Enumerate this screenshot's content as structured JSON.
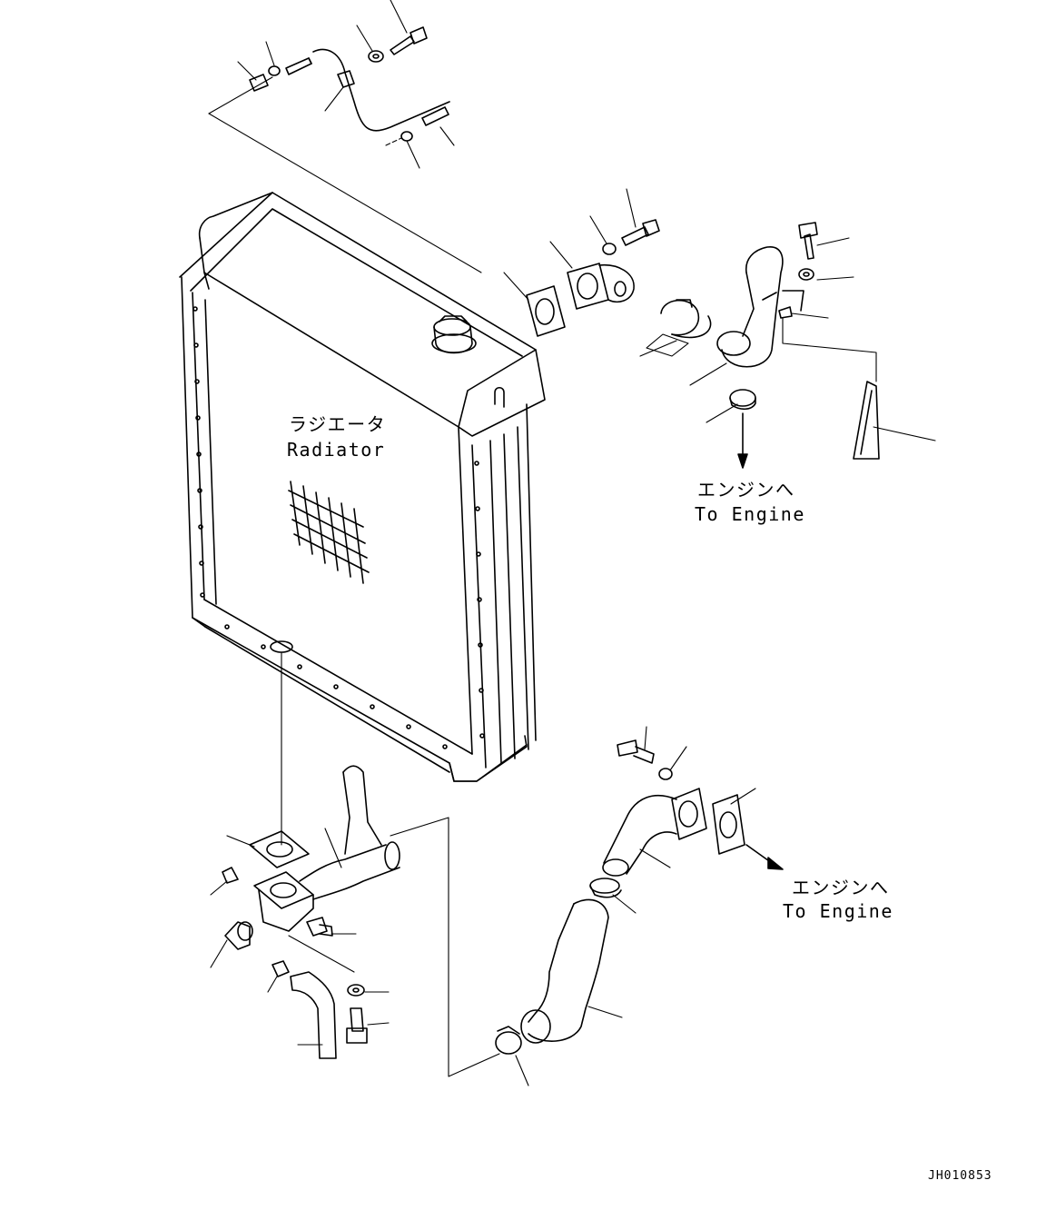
{
  "labels": {
    "radiator_jp": "ラジエータ",
    "radiator_en": "Radiator",
    "to_engine_jp_1": "エンジンへ",
    "to_engine_en_1": "To Engine",
    "to_engine_jp_2": "エンジンへ",
    "to_engine_en_2": "To Engine"
  },
  "drawing_code": "JH010853"
}
